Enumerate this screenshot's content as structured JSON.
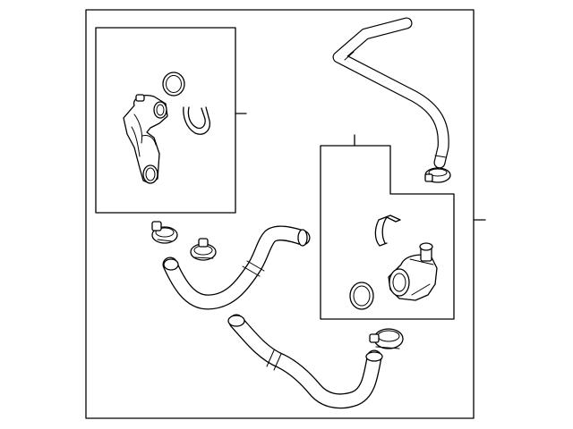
{
  "diagram": {
    "colors": {
      "line": "#000000",
      "background": "#ffffff"
    },
    "parts": [
      "outer-frame",
      "inset-box-left",
      "inset-box-right",
      "bypass-tube",
      "lower-hose",
      "upper-hose",
      "thermostat-housing-left",
      "thermostat-housing-right",
      "hose-clamp",
      "o-ring-seal",
      "retaining-clip"
    ]
  }
}
